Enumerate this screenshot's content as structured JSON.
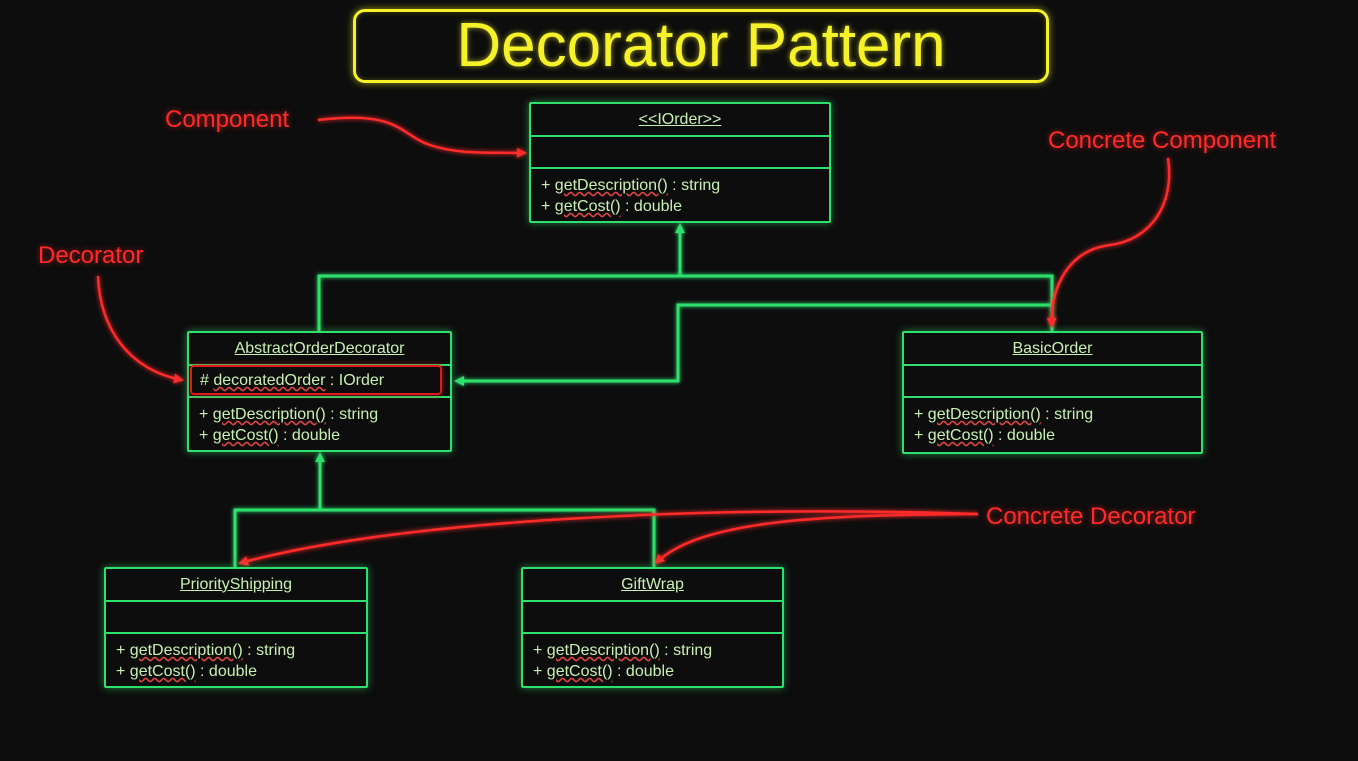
{
  "title": "Decorator Pattern",
  "labels": {
    "component": "Component",
    "concrete_component": "Concrete Component",
    "decorator": "Decorator",
    "concrete_decorator": "Concrete Decorator"
  },
  "classes": {
    "iorder": {
      "name": "<<IOrder>>",
      "attributes": [],
      "operations": [
        {
          "sign": "+",
          "name": "getDescription()",
          "type": " : string"
        },
        {
          "sign": "+",
          "name": "getCost()",
          "type": " : double"
        }
      ]
    },
    "abstract_decorator": {
      "name": "AbstractOrderDecorator",
      "attribute": {
        "sign": "#",
        "name": "decoratedOrder",
        "type": " : IOrder"
      },
      "operations": [
        {
          "sign": "+",
          "name": "getDescription()",
          "type": " : string"
        },
        {
          "sign": "+",
          "name": "getCost()",
          "type": " : double"
        }
      ]
    },
    "basic_order": {
      "name": "BasicOrder",
      "operations": [
        {
          "sign": "+",
          "name": "getDescription()",
          "type": " : string"
        },
        {
          "sign": "+",
          "name": "getCost()",
          "type": " : double"
        }
      ]
    },
    "priority_shipping": {
      "name": "PriorityShipping",
      "operations": [
        {
          "sign": "+",
          "name": "getDescription()",
          "type": " : string"
        },
        {
          "sign": "+",
          "name": "getCost()",
          "type": " : double"
        }
      ]
    },
    "gift_wrap": {
      "name": "GiftWrap",
      "operations": [
        {
          "sign": "+",
          "name": "getDescription()",
          "type": " : string"
        },
        {
          "sign": "+",
          "name": "getCost()",
          "type": " : double"
        }
      ]
    }
  },
  "colors": {
    "background": "#0d0d0d",
    "title": "#f5f22a",
    "uml_border": "#2fe06e",
    "uml_text": "#c9f0b4",
    "annotation": "#ff2a2a"
  }
}
